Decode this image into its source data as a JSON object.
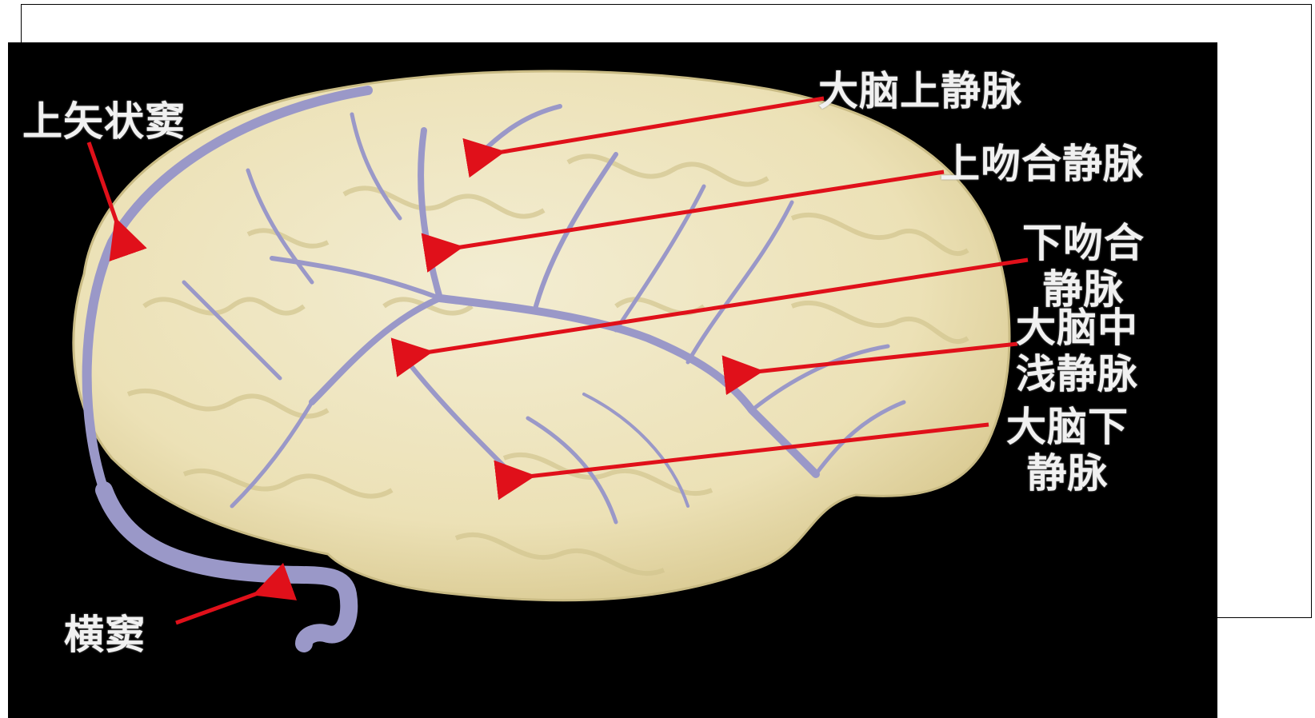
{
  "labels": {
    "superior_sagittal_sinus": "上矢状窦",
    "superior_cerebral_veins": "大脑上静脉",
    "superior_anastomotic_vein": "上吻合静脉",
    "inferior_anastomotic_vein_line1": "下吻合",
    "inferior_anastomotic_vein_line2": "静脉",
    "superficial_middle_cerebral_vein_line1": "大脑中",
    "superficial_middle_cerebral_vein_line2": "浅静脉",
    "inferior_cerebral_veins_line1": "大脑下",
    "inferior_cerebral_veins_line2": "静脉",
    "transverse_sinus": "横窦"
  },
  "colors": {
    "background": "#000000",
    "brain": "#efe6c2",
    "brain_shadow": "#d9cc96",
    "vein": "#9a98c8",
    "arrow": "#e0101a",
    "label": "#f1f1f1"
  }
}
